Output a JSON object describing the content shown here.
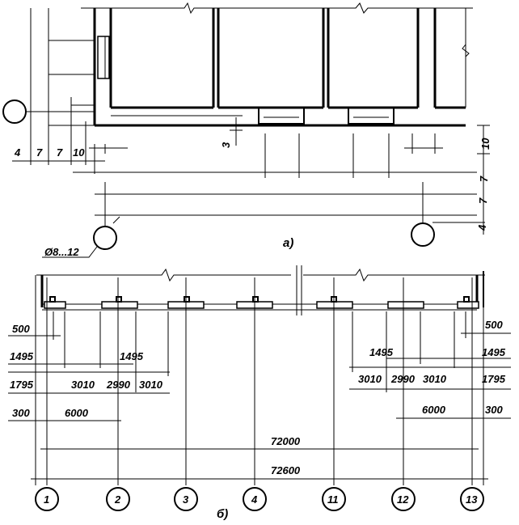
{
  "figure_a": {
    "caption": "а)",
    "wall_dims": [
      "4",
      "7",
      "7",
      "10"
    ],
    "wall_dims_right": [
      "10",
      "7",
      "7",
      "4"
    ],
    "small_gap": "3",
    "rod_label": "Ø8...12"
  },
  "figure_b": {
    "caption": "б)",
    "axes": [
      "1",
      "2",
      "3",
      "4",
      "11",
      "12",
      "13"
    ],
    "left_dims": {
      "d500": "500",
      "d1495a": "1495",
      "d1495b": "1495",
      "d1795": "1795",
      "d3010a": "3010",
      "d2990": "2990",
      "d3010b": "3010",
      "d300": "300",
      "d6000": "6000"
    },
    "right_dims": {
      "d500": "500",
      "d1495a": "1495",
      "d1495b": "1495",
      "d3010a": "3010",
      "d2990": "2990",
      "d3010b": "3010",
      "d1795": "1795",
      "d6000": "6000",
      "d300": "300"
    },
    "total_inner": "72000",
    "total_outer": "72600"
  }
}
